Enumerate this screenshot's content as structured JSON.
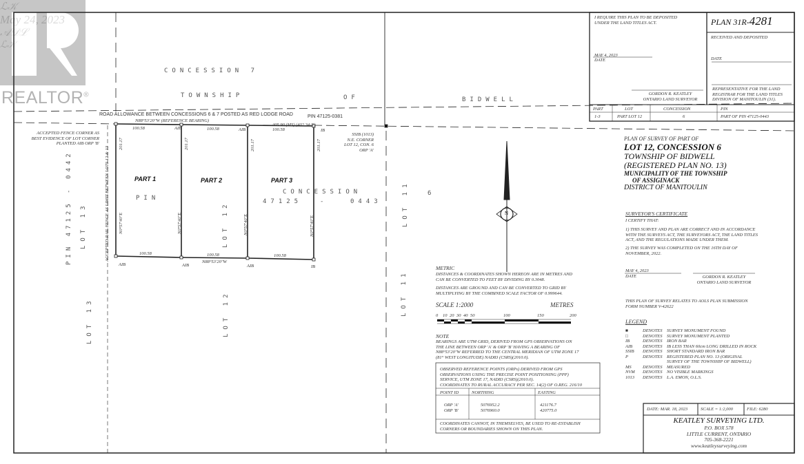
{
  "watermark": {
    "brand": "REALTOR",
    "registered": "®"
  },
  "map": {
    "concession_7": "CONCESSION   7",
    "township": "TOWNSHIP",
    "of": "OF",
    "bidwell": "BIDWELL",
    "road_allowance": "ROAD ALLOWANCE BETWEEN CONCESSIONS 6 & 7    POSTED AS RED LODGE ROAD",
    "road_pin": "PIN 47125-0381",
    "reference_bearing": "N88°53'20\"W (REFERENCE BEARING)",
    "total_distance": "405.90 (MS) (402.34-P)",
    "fence_corner_note": [
      "ACCEPTED FENCE CORNER AS",
      "BEST EVIDENCE OF LOT CORNER",
      "PLANTED AIB ORP 'B'"
    ],
    "ne_corner_note": [
      "SSIB (1013)",
      "N.E. CORNER",
      "LOT 12, CON. 6",
      "ORP 'A'"
    ],
    "fence_limit_note": "ACCEPTED RAIL FENCE AS LIMIT BETWEEN LOTS 12 & 13",
    "pin_left": "PIN 47125 - 0442",
    "lot_13": "LOT 13",
    "lot_12": "LOT 12",
    "lot_11": "LOT 11",
    "pin_center": "PIN",
    "concession_6": "CONCESSION",
    "pin_number_a": "47125",
    "pin_number_dash": "-",
    "pin_number_b": "0443",
    "six": "6",
    "parts": [
      {
        "label": "PART 1"
      },
      {
        "label": "PART 2"
      },
      {
        "label": "PART 3"
      }
    ],
    "frontage": "100.58",
    "depth": "201.17",
    "side_bearing": "N0°57'40\"E",
    "rear_bearing": "N88°53'20\"W",
    "monuments": {
      "aib": "AIB",
      "ib": "IB"
    },
    "north_arrow": "N"
  },
  "title_block": {
    "deposit_request": [
      "I REQUIRE THIS PLAN TO BE DEPOSITED",
      "UNDER THE LAND TITLES ACT."
    ],
    "request_date": "MAY 4, 2023",
    "date_label": "DATE",
    "surveyor_name": "GORDON R. KEATLEY",
    "surveyor_title": "ONTARIO LAND SURVEYOR",
    "plan_prefix": "PLAN 31R-",
    "plan_number": "4281",
    "received": "RECEIVED AND DEPOSITED",
    "date_prefix": "DATE",
    "deposit_date": "May 24, 2023",
    "representative": [
      "REPRESENTATIVE FOR THE LAND",
      "REGISTRAR FOR THE LAND TITLES",
      "DIVISION OF MANITOULIN (31)."
    ],
    "table": {
      "headers": [
        "PART",
        "LOT",
        "CONCESSION",
        "PIN"
      ],
      "rows": [
        [
          "1-3",
          "PART LOT 12",
          "6",
          "PART OF PIN 47125-0443"
        ]
      ]
    }
  },
  "plan_title": {
    "line1": "PLAN OF SURVEY OF PART OF",
    "line2": "LOT 12, CONCESSION 6",
    "line3": "TOWNSHIP OF BIDWELL",
    "line4": "(REGISTERED PLAN NO. 13)",
    "line5": "MUNICIPALITY OF THE TOWNSHIP",
    "line6": "OF ASSIGINACK",
    "line7": "DISTRICT OF MANITOULIN"
  },
  "certificate": {
    "heading": "SURVEYOR'S CERTIFICATE",
    "intro": "I CERTIFY THAT:",
    "item1": [
      "1) THIS SURVEY AND PLAN ARE CORRECT AND IN ACCORDANCE",
      "WITH THE SURVEYS ACT, THE SURVEYORS ACT, THE LAND TITLES",
      "ACT, AND THE REGULATIONS MADE UNDER THEM."
    ],
    "item2": [
      "2) THE SURVEY WAS COMPLETED ON THE 16TH DAY OF",
      "NOVEMBER, 2022."
    ],
    "date": "MAY 4, 2023",
    "date_label": "DATE",
    "surveyor_name": "GORDON R. KEATLEY",
    "surveyor_title": "ONTARIO LAND SURVEYOR",
    "aols": [
      "THIS PLAN OF SURVEY RELATES TO AOLS PLAN SUBMISSION",
      "FORM NUMBER V-42622"
    ]
  },
  "legend": {
    "heading": "LEGEND",
    "items": [
      {
        "symbol": "■",
        "word": "DENOTES",
        "desc": "SURVEY MONUMENT FOUND"
      },
      {
        "symbol": "□",
        "word": "DENOTES",
        "desc": "SURVEY MONUMENT PLANTED"
      },
      {
        "symbol": "IB",
        "word": "DENOTES",
        "desc": "IRON BAR"
      },
      {
        "symbol": "AIB",
        "word": "DENOTES",
        "desc": "IB LESS THAN 60cm LONG DRILLED IN ROCK"
      },
      {
        "symbol": "SSIB",
        "word": "DENOTES",
        "desc": "SHORT STANDARD IRON BAR"
      },
      {
        "symbol": "P",
        "word": "DENOTES",
        "desc": "REGISTERED PLAN NO. 13 (ORIGINAL"
      },
      {
        "symbol": "",
        "word": "",
        "desc": "SURVEY OF THE TOWNSHIP OF BIDWELL)"
      },
      {
        "symbol": "MS",
        "word": "DENOTES",
        "desc": "MEASURED"
      },
      {
        "symbol": "NVM",
        "word": "DENOTES",
        "desc": "NO VISIBLE MARKINGS"
      },
      {
        "symbol": "1013",
        "word": "DENOTES",
        "desc": "L.A. EMON, O.L.S."
      }
    ]
  },
  "metric": {
    "heading": "METRIC",
    "p1": [
      "DISTANCES & COORDINATES SHOWN HEREON ARE IN METRES AND",
      "CAN BE CONVERTED TO FEET BY DIVIDING BY 0.3048."
    ],
    "p2": [
      "DISTANCES ARE GROUND AND CAN BE CONVERTED TO GRID BY",
      "MULTIPLYING BY THE COMBINED SCALE FACTOR OF 0.999644."
    ],
    "scale_label": "SCALE 1:2000",
    "units": "METRES",
    "ticks": [
      "0",
      "10",
      "20",
      "30",
      "40",
      "50",
      "100",
      "150",
      "200"
    ]
  },
  "note": {
    "heading": "NOTE",
    "lines": [
      "BEARINGS ARE UTM GRID, DERIVED FROM GPS OBSERVATIONS ON",
      "THE LINE BETWEEN ORP 'A' & ORP 'B' HAVING A BEARING OF",
      "N88°53'20\"W REFERRED TO THE CENTRAL MERIDIAN OF UTM ZONE 17",
      "(81° WEST LONGITUDE) NAD83 (CSRS)(2010.0)."
    ]
  },
  "orp": {
    "intro": [
      "OBSERVED REFERENCE POINTS (ORPs) DERIVED FROM GPS",
      "OBSERVATIONS USING THE PRECISE POINT POSITIONING (PPP)",
      "SERVICE, UTM ZONE 17, NAD83 (CSRS)(2010.0)."
    ],
    "accuracy": "COORDINATES TO RURAL ACCURACY PER SEC. 14(2) OF O.REG. 216/10",
    "headers": [
      "POINT ID",
      "NORTHING",
      "EASTING"
    ],
    "rows": [
      [
        "ORP 'A'",
        "5076952.2",
        "421176.7"
      ],
      [
        "ORP 'B'",
        "5076960.0",
        "420775.0"
      ]
    ],
    "footer": [
      "COORDINATES CANNOT, IN THEMSELVES, BE USED TO RE-ESTABLISH",
      "CORNERS OR BOUNDARIES SHOWN ON THIS PLAN."
    ]
  },
  "firm": {
    "date": "DATE: MAR. 18, 2023",
    "scale": "SCALE = 1:2,000",
    "file": "FILE:   6280",
    "name": "KEATLEY SURVEYING LTD.",
    "box": "P.O. BOX 578",
    "city": "LITTLE CURRENT, ONTARIO",
    "phone": "705-368-2221",
    "web": "www.keatleysurveying.com"
  }
}
